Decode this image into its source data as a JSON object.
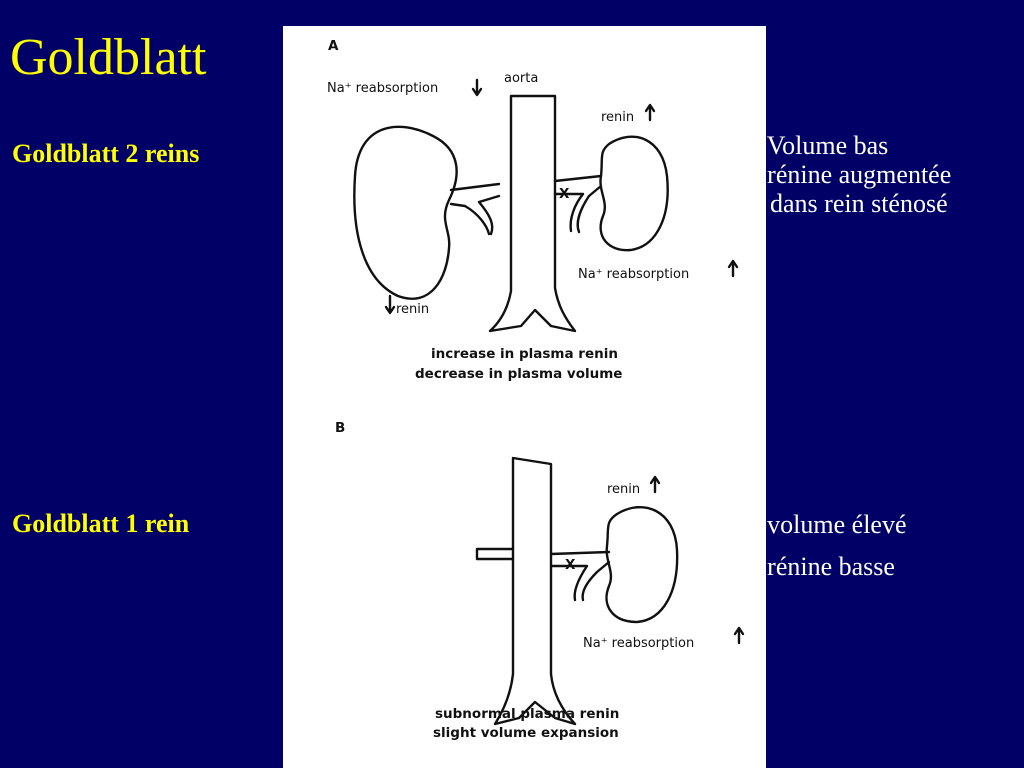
{
  "slide": {
    "title": "Goldblatt",
    "section_two_kidney": "Goldblatt  2 reins",
    "section_one_kidney": "Goldblatt 1 rein",
    "notes_two_kidney": [
      {
        "dash": "- ",
        "text": "Volume bas"
      },
      {
        "dash": "- ",
        "text": "rénine augmentée"
      },
      {
        "dash": "",
        "text": "dans rein sténosé"
      }
    ],
    "notes_one_kidney": [
      {
        "dash": "- ",
        "text": "volume élevé"
      },
      {
        "dash": "- ",
        "text": "rénine basse"
      }
    ]
  },
  "diagram": {
    "panel_a": {
      "letter": "A",
      "label_na_left": "Na⁺ reabsorption",
      "label_aorta": "aorta",
      "label_renin_right": "renin",
      "label_stenosis": "X",
      "label_na_right": "Na⁺ reabsorption",
      "label_renin_left": "renin",
      "caption_line1": "increase in plasma renin",
      "caption_line2": "decrease in plasma volume"
    },
    "panel_b": {
      "letter": "B",
      "label_renin": "renin",
      "label_stenosis": "X",
      "label_na": "Na⁺ reabsorption",
      "caption_line1": "subnormal plasma renin",
      "caption_line2": "slight volume expansion"
    }
  }
}
